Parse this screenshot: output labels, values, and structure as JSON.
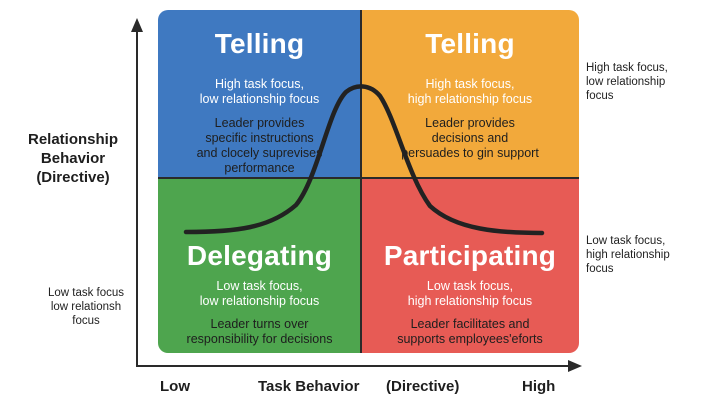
{
  "quadrants": {
    "top_left": {
      "title": "Telling",
      "subtitle": [
        "High task focus,",
        "low relationship focus"
      ],
      "description": [
        "Leader provides",
        "specific instructions",
        "and clocely suprevises",
        "performance"
      ],
      "color": "#3f79c1"
    },
    "top_right": {
      "title": "Telling",
      "subtitle": [
        "High task focus,",
        "high relationship focus"
      ],
      "description": [
        "Leader provides",
        "decisions and",
        "persuades to gin support"
      ],
      "color": "#f2a93b"
    },
    "bottom_left": {
      "title": "Delegating",
      "subtitle": [
        "Low task focus,",
        "low relationship focus"
      ],
      "description": [
        "Leader turns over",
        "responsibility for  decisions"
      ],
      "color": "#4ea54e"
    },
    "bottom_right": {
      "title": "Participating",
      "subtitle": [
        "Low task focus,",
        "high relationship focus"
      ],
      "description": [
        "Leader facilitates and",
        "supports employees'eforts"
      ],
      "color": "#e75b55"
    }
  },
  "y_axis": {
    "title": [
      "Relationship",
      "Behavior",
      "(Directive)"
    ],
    "low_note": [
      "Low task focus",
      "low relationsh",
      "focus"
    ]
  },
  "x_axis": {
    "low": "Low",
    "title": "Task Behavior",
    "qualifier": "(Directive)",
    "high": "High"
  },
  "right_notes": {
    "top": [
      "High task focus,",
      "low relationship",
      "focus"
    ],
    "bottom": [
      "Low task focus,",
      "high relationship",
      "focus"
    ]
  }
}
